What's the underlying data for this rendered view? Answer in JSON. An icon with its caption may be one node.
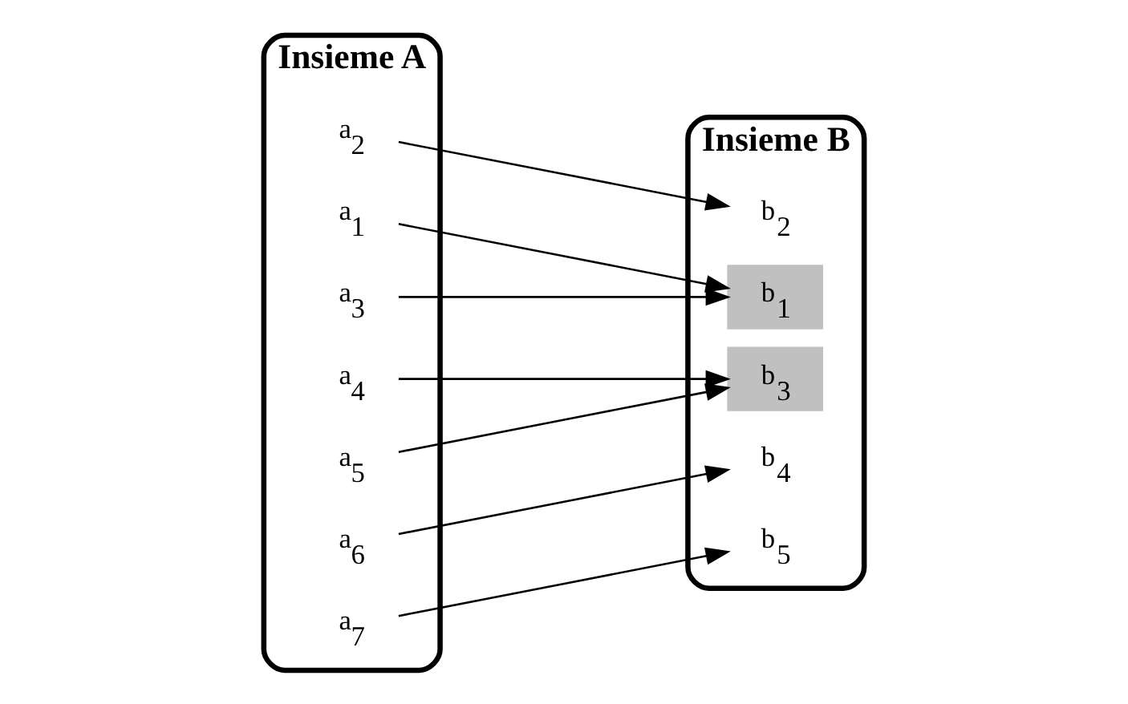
{
  "diagram": {
    "nodes": [
      {
        "text": [
          "Insieme A"
        ]
      },
      {
        "text": [
          "a$_{1}$"
        ],
        "in": 0
      },
      {
        "text": [
          "a$_{2}$"
        ],
        "in": 0
      },
      {
        "text": [
          "a$_{3}$"
        ],
        "in": 0
      },
      {
        "text": [
          "a$_{4}$"
        ],
        "in": 0
      },
      {
        "text": [
          "a$_{5}$"
        ],
        "in": 0
      },
      {
        "text": [
          "a$_{6}$"
        ],
        "in": 0
      },
      {
        "text": [
          "a$_{7}$"
        ],
        "in": 0
      },
      {
        "text": [
          "Insieme B"
        ]
      },
      {
        "text": [
          "b$_{1}$"
        ],
        "in": 8
      },
      {
        "text": [
          "b$_{2}$"
        ],
        "in": 8
      },
      {
        "text": [
          "b$_{3}$"
        ],
        "in": 8
      },
      {
        "text": [
          "b$_{4}$"
        ],
        "in": 8
      },
      {
        "text": [
          "b$_{5}$"
        ],
        "in": 8
      }
    ],
    "edges": [
      {
        "from": 1,
        "to": 9,
        "arrow": "to"
      },
      {
        "from": 2,
        "to": 10,
        "arrow": "to"
      },
      {
        "from": 3,
        "to": 9,
        "arrow": "to"
      },
      {
        "from": 4,
        "to": 11,
        "arrow": "to"
      },
      {
        "from": 5,
        "to": 11,
        "arrow": "to"
      },
      {
        "from": 6,
        "to": 12,
        "arrow": "to"
      },
      {
        "from": 7,
        "to": 13,
        "arrow": "to"
      }
    ]
  }
}
